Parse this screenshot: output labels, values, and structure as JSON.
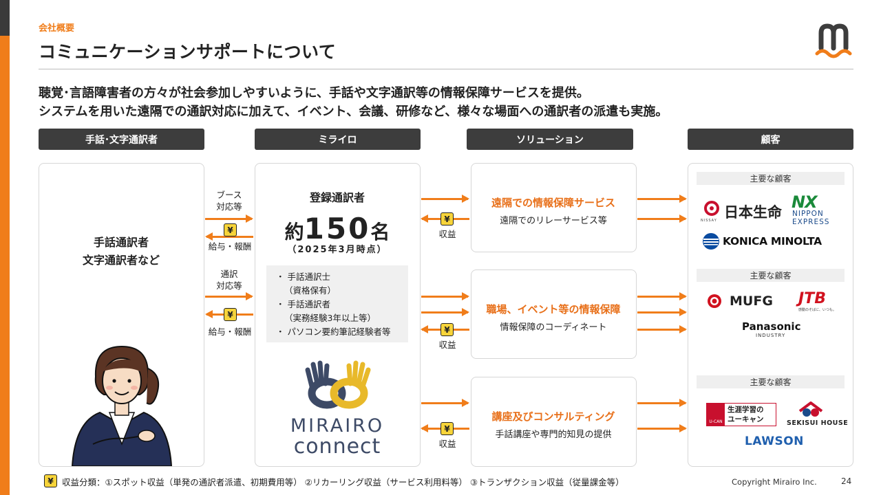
{
  "header": {
    "section": "会社概要",
    "title": "コミュニケーションサポートについて",
    "lead_1": "聴覚･言語障害者の方々が社会参加しやすいように、手話や文字通訳等の情報保障サービスを提供。",
    "lead_2": "システムを用いた遠隔での通訳対応に加えて、イベント、会議、研修など、様々な場面への通訳者の派遣も実施。"
  },
  "columns": {
    "interpreters": "手話･文字通訳者",
    "mirairo": "ミライロ",
    "solution": "ソリューション",
    "customers": "顧客"
  },
  "interpreters_box": {
    "line1": "手話通訳者",
    "line2": "文字通訳者など"
  },
  "flows": {
    "booth_1": "ブース",
    "booth_2": "対応等",
    "pay_1": "給与・報酬",
    "interp_1": "通訳",
    "interp_2": "対応等",
    "pay_2": "給与・報酬",
    "revenue": "収益",
    "yen": "¥"
  },
  "mirairo_box": {
    "heading": "登録通訳者",
    "prefix": "約",
    "count": "150",
    "suffix": "名",
    "as_of": "（2025年3月時点）",
    "items": [
      "・ 手話通訳士",
      "（資格保有）",
      "・ 手話通訳者",
      "（実務経験3年以上等）",
      "・ パソコン要約筆記経験者等"
    ],
    "logo_line1": "MIRAIRO",
    "logo_line2": "connect"
  },
  "solutions": [
    {
      "title": "遠隔での情報保障サービス",
      "sub": "遠隔でのリレーサービス等"
    },
    {
      "title": "職場、イベント等の情報保障",
      "sub": "情報保障のコーディネート"
    },
    {
      "title": "講座及びコンサルティング",
      "sub": "手話講座や専門的知見の提供"
    }
  ],
  "customers": {
    "label": "主要な顧客",
    "group1": [
      "日本生命",
      "NIPPON",
      "EXPRESS",
      "KONICA MINOLTA",
      "NX",
      "NISSAY"
    ],
    "group2": [
      "MUFG",
      "JTB",
      "Panasonic",
      "INDUSTRY",
      "感動のそばに、いつも。"
    ],
    "group3": [
      "生涯学習の",
      "ユーキャン",
      "U-CAN",
      "SEKISUI HOUSE",
      "LAWSON"
    ]
  },
  "footer": {
    "note": "収益分類：①スポット収益（単発の通訳者派遣、初期費用等） ②リカーリング収益（サービス利用料等） ③トランザクション収益（従量課金等）",
    "copyright": "Copyright Mirairo Inc.",
    "page": "24"
  },
  "colors": {
    "accent": "#f07d1a",
    "dark": "#3d3d3d",
    "yen": "#f7d43a"
  },
  "icons": [
    "mirairo-logo-icon",
    "yen-icon",
    "person-illustration-icon",
    "arrow-right-icon",
    "arrow-left-icon"
  ]
}
